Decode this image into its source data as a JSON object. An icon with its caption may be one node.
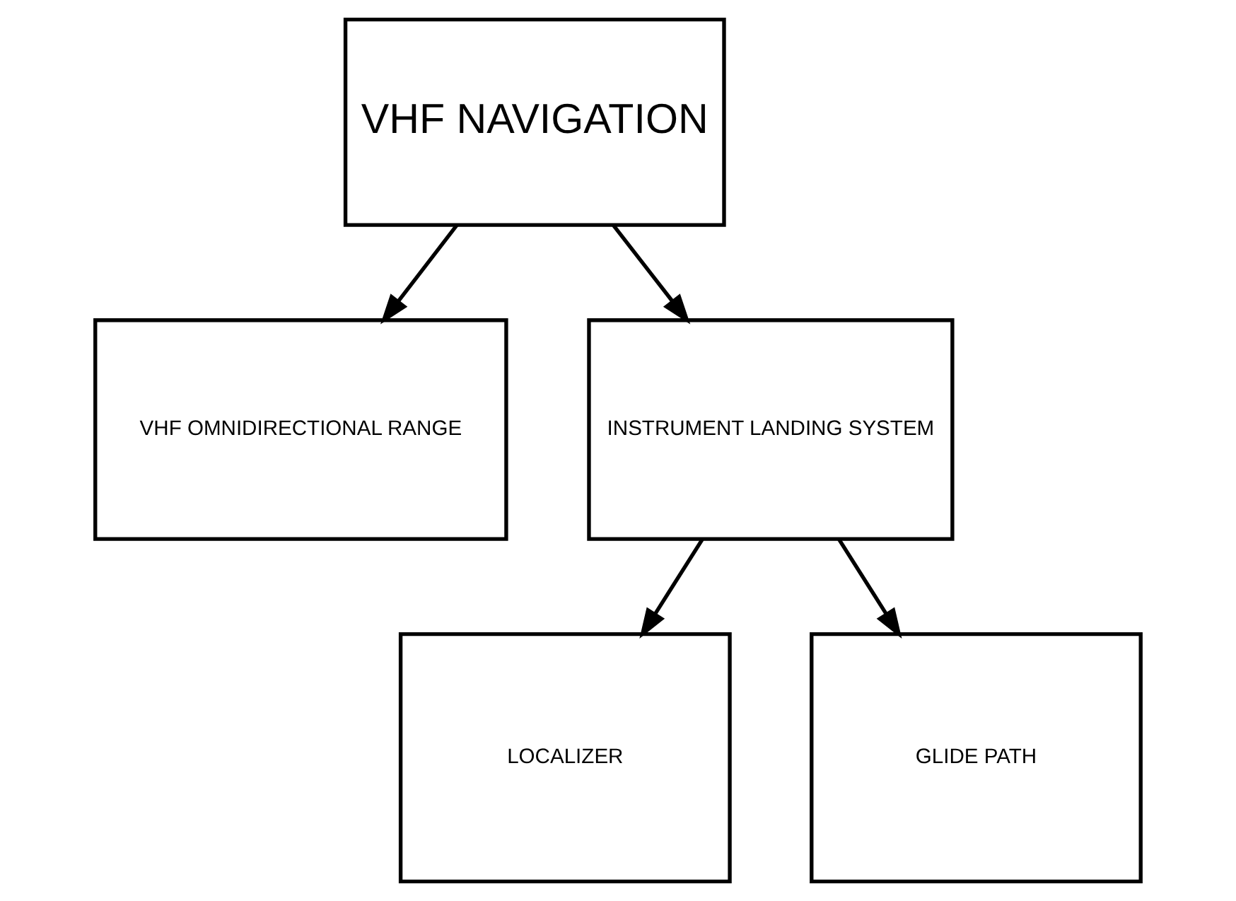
{
  "diagram": {
    "nodes": [
      {
        "text": [
          "VHF NAVIGATION"
        ]
      },
      {
        "text": [
          "VHF OMNIDIRECTIONAL RANGE"
        ]
      },
      {
        "text": [
          "INSTRUMENT LANDING SYSTEM"
        ]
      },
      {
        "text": [
          "LOCALIZER"
        ]
      },
      {
        "text": [
          "GLIDE PATH"
        ]
      }
    ],
    "edges": [
      {
        "from": 0,
        "to": 1,
        "arrow": "to"
      },
      {
        "from": 0,
        "to": 2,
        "arrow": "to"
      },
      {
        "from": 2,
        "to": 3,
        "arrow": "to"
      },
      {
        "from": 2,
        "to": 4,
        "arrow": "to"
      }
    ]
  }
}
